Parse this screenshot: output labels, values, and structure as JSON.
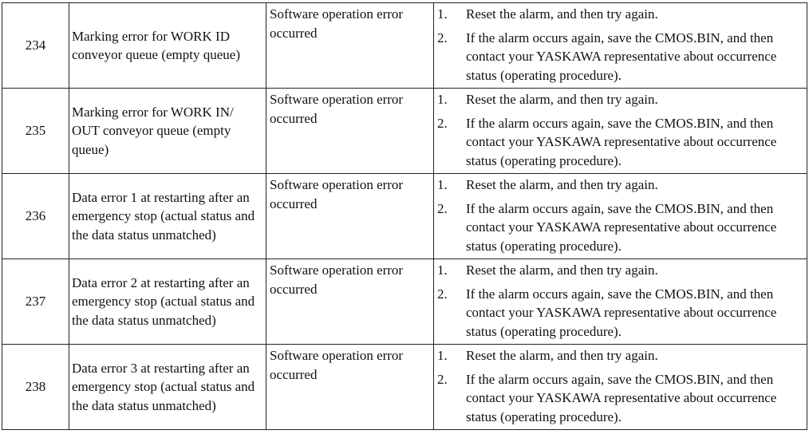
{
  "alarms": [
    {
      "code": "234",
      "name": "Marking error for WORK ID conveyor queue (empty queue)",
      "cause": "Software operation error occurred",
      "remedy": [
        {
          "no": "1.",
          "text": "Reset the alarm, and then try again."
        },
        {
          "no": "2.",
          "text": "If the alarm occurs again, save the CMOS.BIN, and then contact your YASKAWA representative about occurrence status (operating procedure)."
        }
      ]
    },
    {
      "code": "235",
      "name": "Marking error for WORK IN/ OUT conveyor queue (empty queue)",
      "cause": "Software operation error occurred",
      "remedy": [
        {
          "no": "1.",
          "text": "Reset the alarm, and then try again."
        },
        {
          "no": "2.",
          "text": "If the alarm occurs again, save the CMOS.BIN, and then contact your YASKAWA representative about occurrence status (operating procedure)."
        }
      ]
    },
    {
      "code": "236",
      "name": "Data error 1 at restarting after an emergency stop (actual status and the data status unmatched)",
      "cause": "Software operation error occurred",
      "remedy": [
        {
          "no": "1.",
          "text": "Reset the alarm, and then try again."
        },
        {
          "no": "2.",
          "text": "If the alarm occurs again, save the CMOS.BIN, and then contact your YASKAWA representative about occurrence status (operating procedure)."
        }
      ]
    },
    {
      "code": "237",
      "name": "Data error 2 at restarting after an emergency stop (actual status and the data status unmatched)",
      "cause": "Software operation error occurred",
      "remedy": [
        {
          "no": "1.",
          "text": "Reset the alarm, and then try again."
        },
        {
          "no": "2.",
          "text": "If the alarm occurs again, save the CMOS.BIN, and then contact your YASKAWA representative about occurrence status (operating procedure)."
        }
      ]
    },
    {
      "code": "238",
      "name": "Data error 3 at restarting after an emergency stop (actual status and the data status unmatched)",
      "cause": "Software operation error occurred",
      "remedy": [
        {
          "no": "1.",
          "text": "Reset the alarm, and then try again."
        },
        {
          "no": "2.",
          "text": "If the alarm occurs again, save the CMOS.BIN, and then contact your YASKAWA representative about occurrence status (operating procedure)."
        }
      ]
    }
  ]
}
